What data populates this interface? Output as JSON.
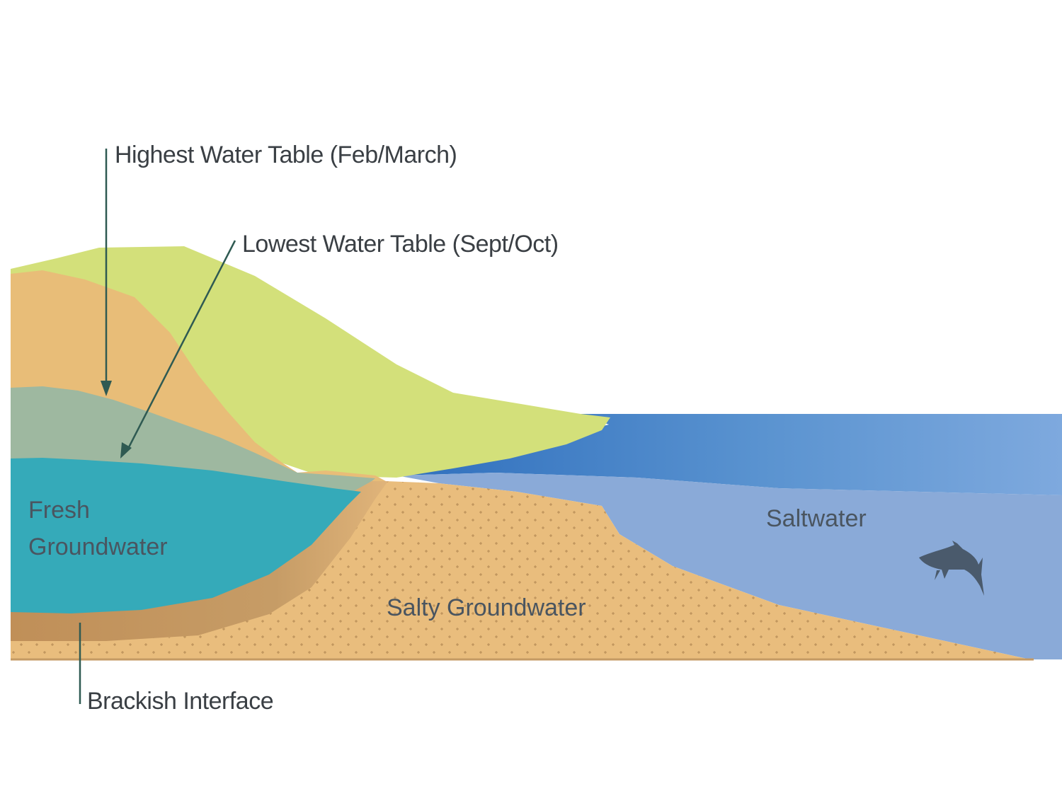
{
  "labels": {
    "highest_water_table": "Highest Water Table (Feb/March)",
    "lowest_water_table": "Lowest Water Table (Sept/Oct)",
    "fresh_line1": "Fresh",
    "fresh_line2": "Groundwater",
    "saltwater": "Saltwater",
    "salty_groundwater": "Salty Groundwater",
    "brackish_interface": "Brackish Interface"
  },
  "colors": {
    "land_green": "#d3e07a",
    "sandy_orange": "#e8bd78",
    "high_table_sage": "#9eb8a0",
    "fresh_teal": "#35aab9",
    "brackish_brown": "#c49a64",
    "salty_sand": "#e9bd7d",
    "ocean_deep": "#4d86c8",
    "ocean_light": "#8aaad8",
    "pointer_line": "#2f5a52",
    "shark": "#4a5a6c"
  },
  "icons": {
    "marine_animal": "shark-icon"
  }
}
